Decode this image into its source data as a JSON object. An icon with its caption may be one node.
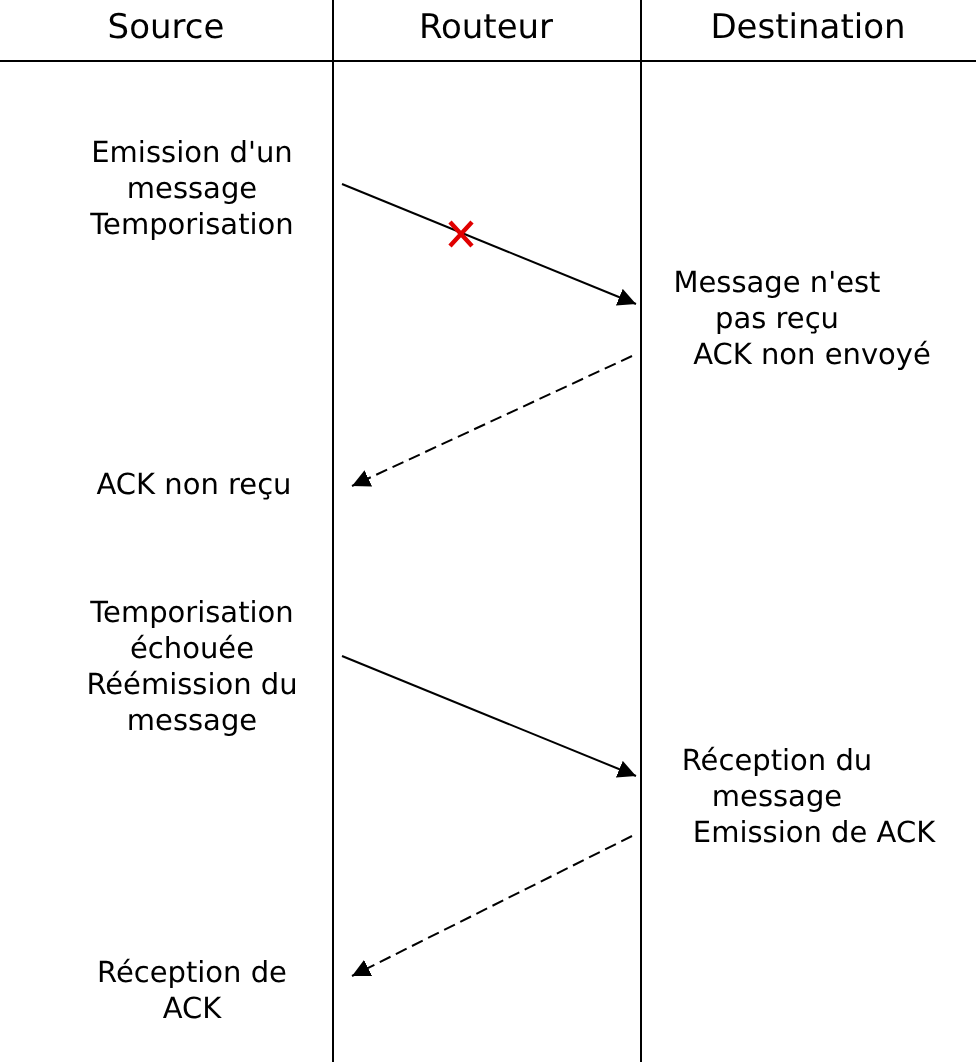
{
  "diagram": {
    "nodes": [
      {
        "text": [
          "Emission d'un message",
          "Temporisation"
        ]
      },
      {
        "text": [
          "Message n'est pas reçu",
          "ACK non envoyé"
        ]
      },
      {
        "text": [
          "ACK non reçu"
        ]
      },
      {
        "text": [
          "Temporisation échouée",
          "Réémission du message"
        ]
      },
      {
        "text": [
          "Réception du message",
          "Emission de ACK"
        ]
      },
      {
        "text": [
          "Réception de ACK"
        ]
      }
    ],
    "edges": [
      {
        "from": 0,
        "to": 1,
        "arrow": "to"
      },
      {
        "from": 1,
        "to": 2,
        "arrow": "to",
        "style": "dashed"
      },
      {
        "from": 3,
        "to": 4,
        "arrow": "to"
      },
      {
        "from": 4,
        "to": 5,
        "arrow": "to",
        "style": "dashed"
      }
    ],
    "labels": [
      "Source",
      "Routeur",
      "Destination"
    ]
  }
}
